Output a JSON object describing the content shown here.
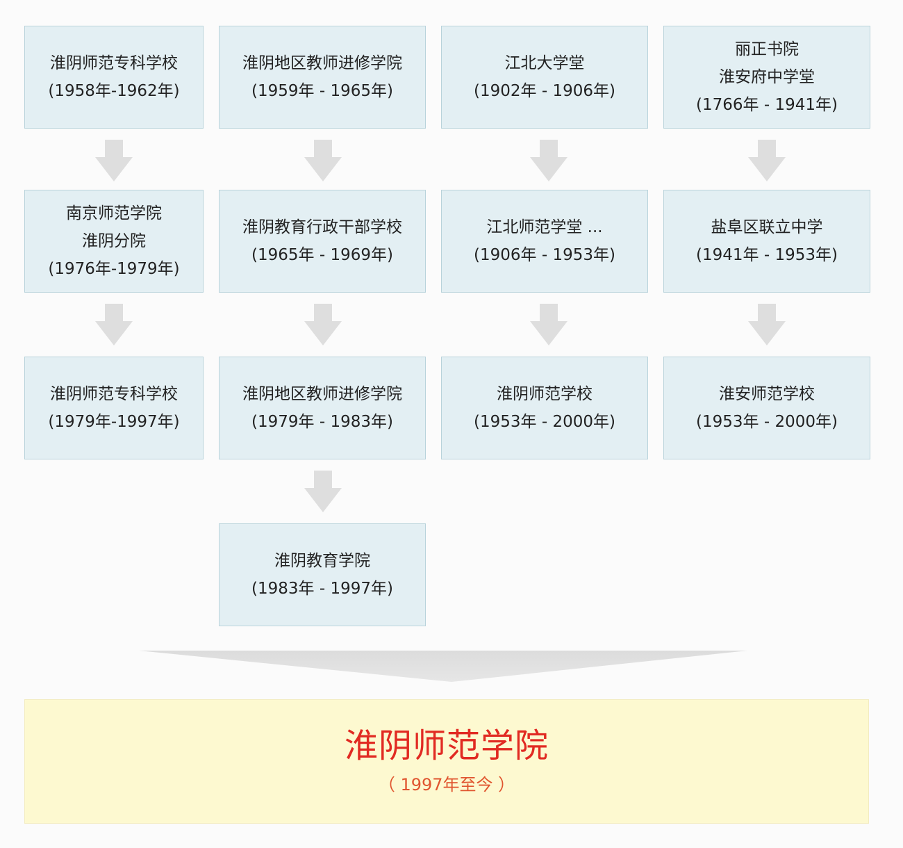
{
  "diagram": {
    "type": "institutional-lineage-flowchart",
    "colors": {
      "background": "#fbfbfb",
      "box_fill": "#e3eff3",
      "box_border": "#b9d3db",
      "arrow": "#dedede",
      "final_fill": "#fdf9d0",
      "final_title": "#e12a22",
      "final_subtitle": "#e0552f"
    },
    "columns": [
      {
        "nodes": [
          {
            "lines": [
              "淮阴师范专科学校",
              "(1958年-1962年)"
            ]
          },
          {
            "lines": [
              "南京师范学院",
              "淮阴分院",
              "(1976年-1979年)"
            ]
          },
          {
            "lines": [
              "淮阴师范专科学校",
              "(1979年-1997年)"
            ]
          }
        ]
      },
      {
        "nodes": [
          {
            "lines": [
              "淮阴地区教师进修学院",
              "(1959年 - 1965年)"
            ]
          },
          {
            "lines": [
              "淮阴教育行政干部学校",
              "(1965年 - 1969年)"
            ]
          },
          {
            "lines": [
              "淮阴地区教师进修学院",
              "(1979年 - 1983年)"
            ]
          },
          {
            "lines": [
              "淮阴教育学院",
              "(1983年 - 1997年)"
            ]
          }
        ]
      },
      {
        "nodes": [
          {
            "lines": [
              "江北大学堂",
              "(1902年 - 1906年)"
            ]
          },
          {
            "lines": [
              "江北师范学堂 ...",
              "(1906年 - 1953年)"
            ]
          },
          {
            "lines": [
              "淮阴师范学校",
              "(1953年 - 2000年)"
            ]
          }
        ]
      },
      {
        "nodes": [
          {
            "lines": [
              "丽正书院",
              "淮安府中学堂",
              "(1766年 - 1941年)"
            ]
          },
          {
            "lines": [
              "盐阜区联立中学",
              "(1941年 - 1953年)"
            ]
          },
          {
            "lines": [
              "淮安师范学校",
              "(1953年 - 2000年)"
            ]
          }
        ]
      }
    ],
    "merge_arrow": "merge-down-arrow",
    "result": {
      "title": "淮阴师范学院",
      "subtitle": "（ 1997年至今 ）"
    }
  }
}
